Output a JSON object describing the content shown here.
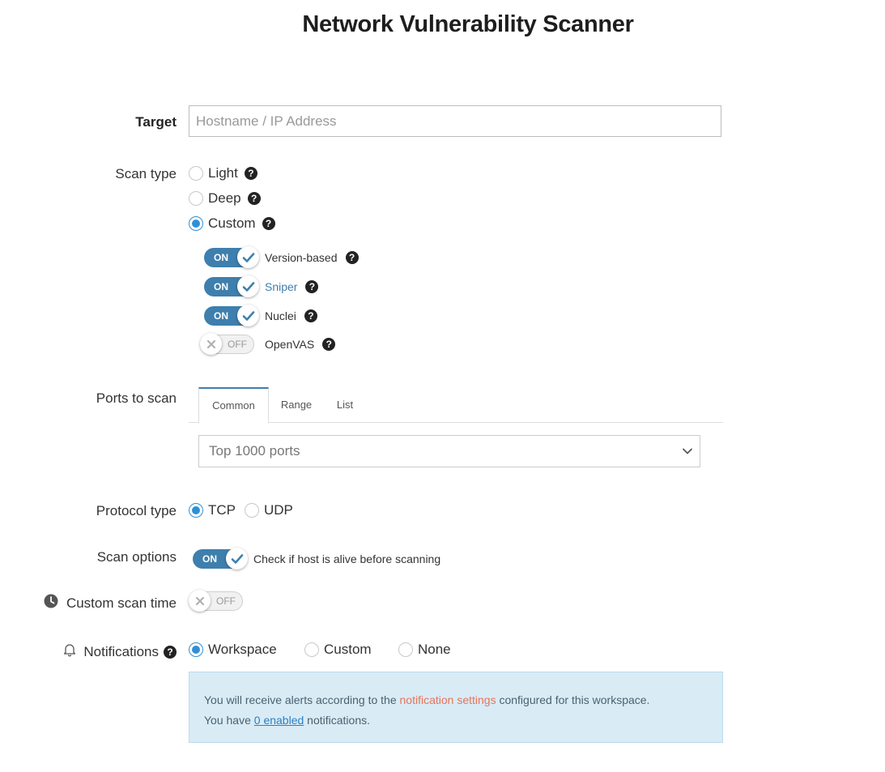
{
  "page": {
    "title": "Network Vulnerability Scanner"
  },
  "target": {
    "label": "Target",
    "placeholder": "Hostname / IP Address",
    "value": ""
  },
  "scan_type": {
    "label": "Scan type",
    "options": [
      {
        "label": "Light",
        "checked": false
      },
      {
        "label": "Deep",
        "checked": false
      },
      {
        "label": "Custom",
        "checked": true
      }
    ],
    "custom_engines": [
      {
        "label": "Version-based",
        "state": "ON"
      },
      {
        "label": "Sniper",
        "state": "ON"
      },
      {
        "label": "Nuclei",
        "state": "ON"
      },
      {
        "label": "OpenVAS",
        "state": "OFF"
      }
    ]
  },
  "ports": {
    "label": "Ports to scan",
    "tabs": [
      "Common",
      "Range",
      "List"
    ],
    "active_tab": "Common",
    "selected": "Top 1000 ports"
  },
  "protocol": {
    "label": "Protocol type",
    "options": [
      {
        "label": "TCP",
        "checked": true
      },
      {
        "label": "UDP",
        "checked": false
      }
    ]
  },
  "scan_options": {
    "label": "Scan options",
    "toggle_state": "ON",
    "text": "Check if host is alive before scanning"
  },
  "custom_scan_time": {
    "label": "Custom scan time",
    "toggle_state": "OFF"
  },
  "notifications": {
    "label": "Notifications",
    "options": [
      {
        "label": "Workspace",
        "checked": true
      },
      {
        "label": "Custom",
        "checked": false
      },
      {
        "label": "None",
        "checked": false
      }
    ],
    "info": {
      "line1_prefix": "You will receive alerts according to the ",
      "line1_link": "notification settings",
      "line1_suffix": " configured for this workspace.",
      "line2_prefix": "You have ",
      "line2_link": "0 enabled",
      "line2_suffix": " notifications."
    }
  },
  "colors": {
    "accent": "#3e7fad",
    "radio": "#2f8fd6",
    "info_bg": "#d9ecf6",
    "link_orange": "#e8735b"
  }
}
